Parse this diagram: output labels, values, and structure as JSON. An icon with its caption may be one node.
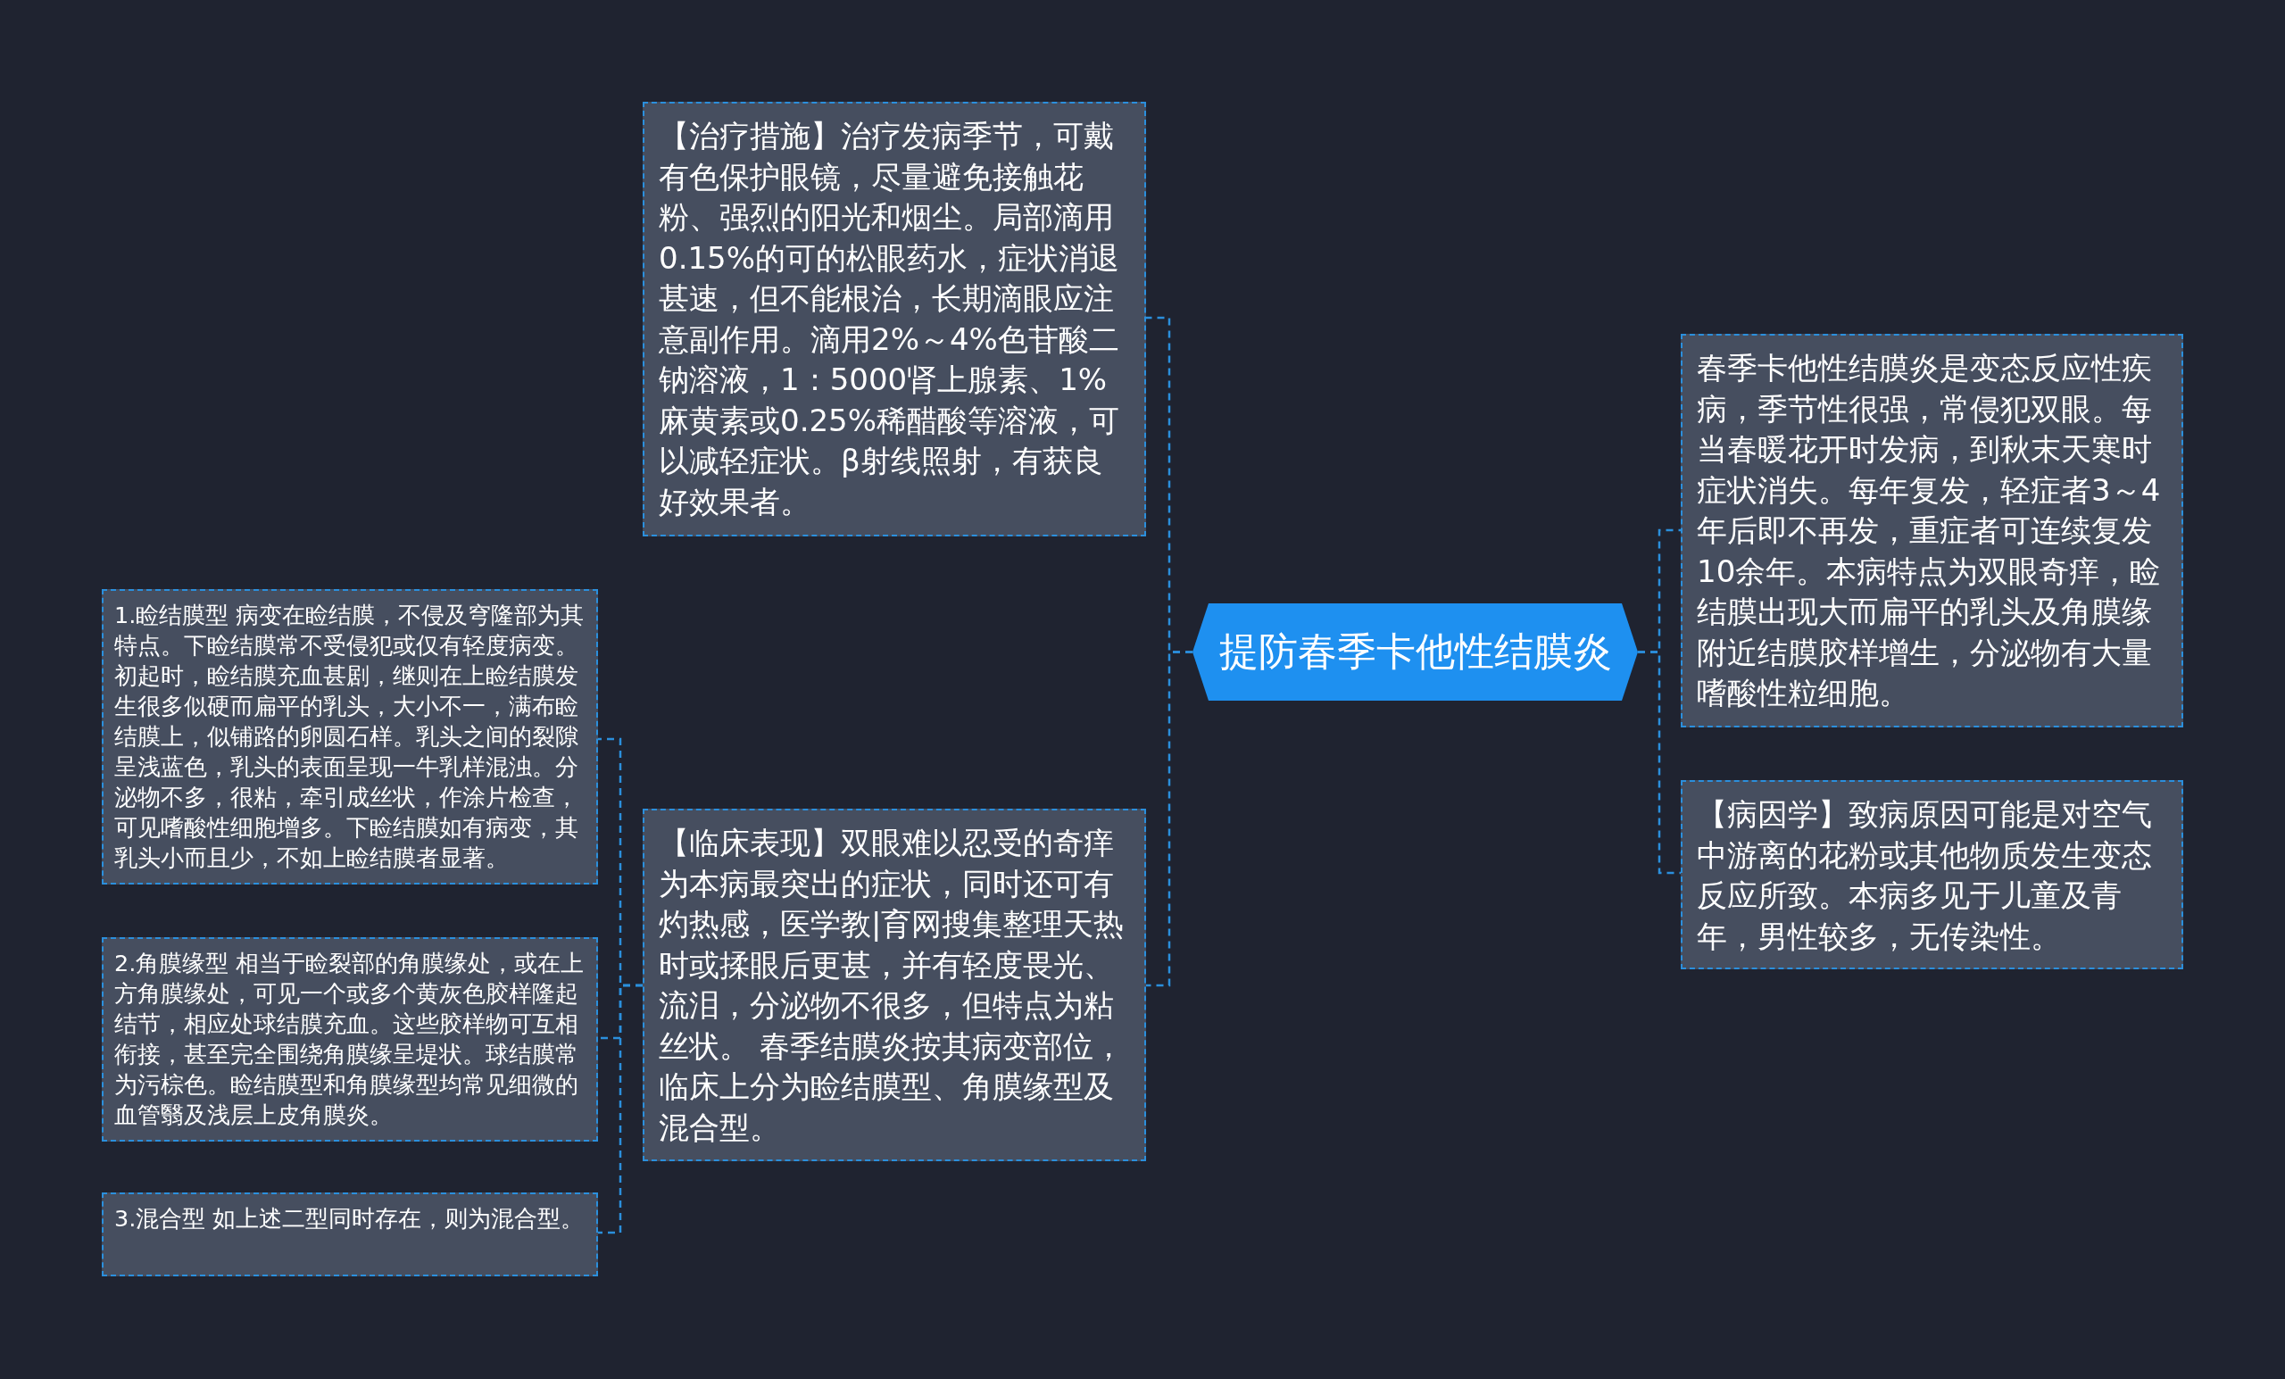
{
  "diagram": {
    "nodes": [
      {
        "text": [
          "提防春季卡他性结膜炎"
        ]
      },
      {
        "text": [
          "【治疗措施】治疗发病季节，可戴有色保护眼镜，尽量避免接触花粉、强烈的阳光和烟尘。局部滴用0.15%的可的松眼药水，症状消退甚速，但不能根治，长期滴眼应注意副作用。滴用2%～4%色苷酸二钠溶液，1：5000肾上腺素、1%麻黄素或0.25%稀醋酸等溶液，可以减轻症状。β射线照射，有获良好效果者。"
        ]
      },
      {
        "text": [
          "【临床表现】双眼难以忍受的奇痒为本病最突出的症状，同时还可有灼热感，医学教|育网搜集整理天热时或揉眼后更甚，并有轻度畏光、流泪，分泌物不很多，但特点为粘丝状。 春季结膜炎按其病变部位，临床上分为睑结膜型、角膜缘型及混合型。"
        ]
      },
      {
        "text": [
          "1.睑结膜型 病变在睑结膜，不侵及穹隆部为其特点。下睑结膜常不受侵犯或仅有轻度病变。初起时，睑结膜充血甚剧，继则在上睑结膜发生很多似硬而扁平的乳头，大小不一，满布睑结膜上，似铺路的卵圆石样。乳头之间的裂隙呈浅蓝色，乳头的表面呈现一牛乳样混浊。分泌物不多，很粘，牵引成丝状，作涂片检查，可见嗜酸性细胞增多。下睑结膜如有病变，其乳头小而且少，不如上睑结膜者显著。"
        ]
      },
      {
        "text": [
          "2.角膜缘型 相当于睑裂部的角膜缘处，或在上方角膜缘处，可见一个或多个黄灰色胶样隆起结节，相应处球结膜充血。这些胶样物可互相衔接，甚至完全围绕角膜缘呈堤状。球结膜常为污棕色。睑结膜型和角膜缘型均常见细微的血管翳及浅层上皮角膜炎。"
        ]
      },
      {
        "text": [
          "3.混合型 如上述二型同时存在，则为混合型。"
        ]
      },
      {
        "text": [
          "春季卡他性结膜炎是变态反应性疾病，季节性很强，常侵犯双眼。每当春暖花开时发病，到秋末天寒时症状消失。每年复发，轻症者3～4年后即不再发，重症者可连续复发10余年。本病特点为双眼奇痒，睑结膜出现大而扁平的乳头及角膜缘附近结膜胶样增生，分泌物有大量嗜酸性粒细胞。"
        ]
      },
      {
        "text": [
          "【病因学】致病原因可能是对空气中游离的花粉或其他物质发生变态反应所致。本病多见于儿童及青年，男性较多，无传染性。"
        ]
      }
    ],
    "edges": [
      {
        "from": 0,
        "to": 1,
        "arrow": "none",
        "style": "dashed"
      },
      {
        "from": 0,
        "to": 2,
        "arrow": "none",
        "style": "dashed"
      },
      {
        "from": 2,
        "to": 3,
        "arrow": "none",
        "style": "dashed"
      },
      {
        "from": 2,
        "to": 4,
        "arrow": "none",
        "style": "dashed"
      },
      {
        "from": 2,
        "to": 5,
        "arrow": "none",
        "style": "dashed"
      },
      {
        "from": 0,
        "to": 6,
        "arrow": "none",
        "style": "dashed"
      },
      {
        "from": 0,
        "to": 7,
        "arrow": "none",
        "style": "dashed"
      }
    ]
  }
}
